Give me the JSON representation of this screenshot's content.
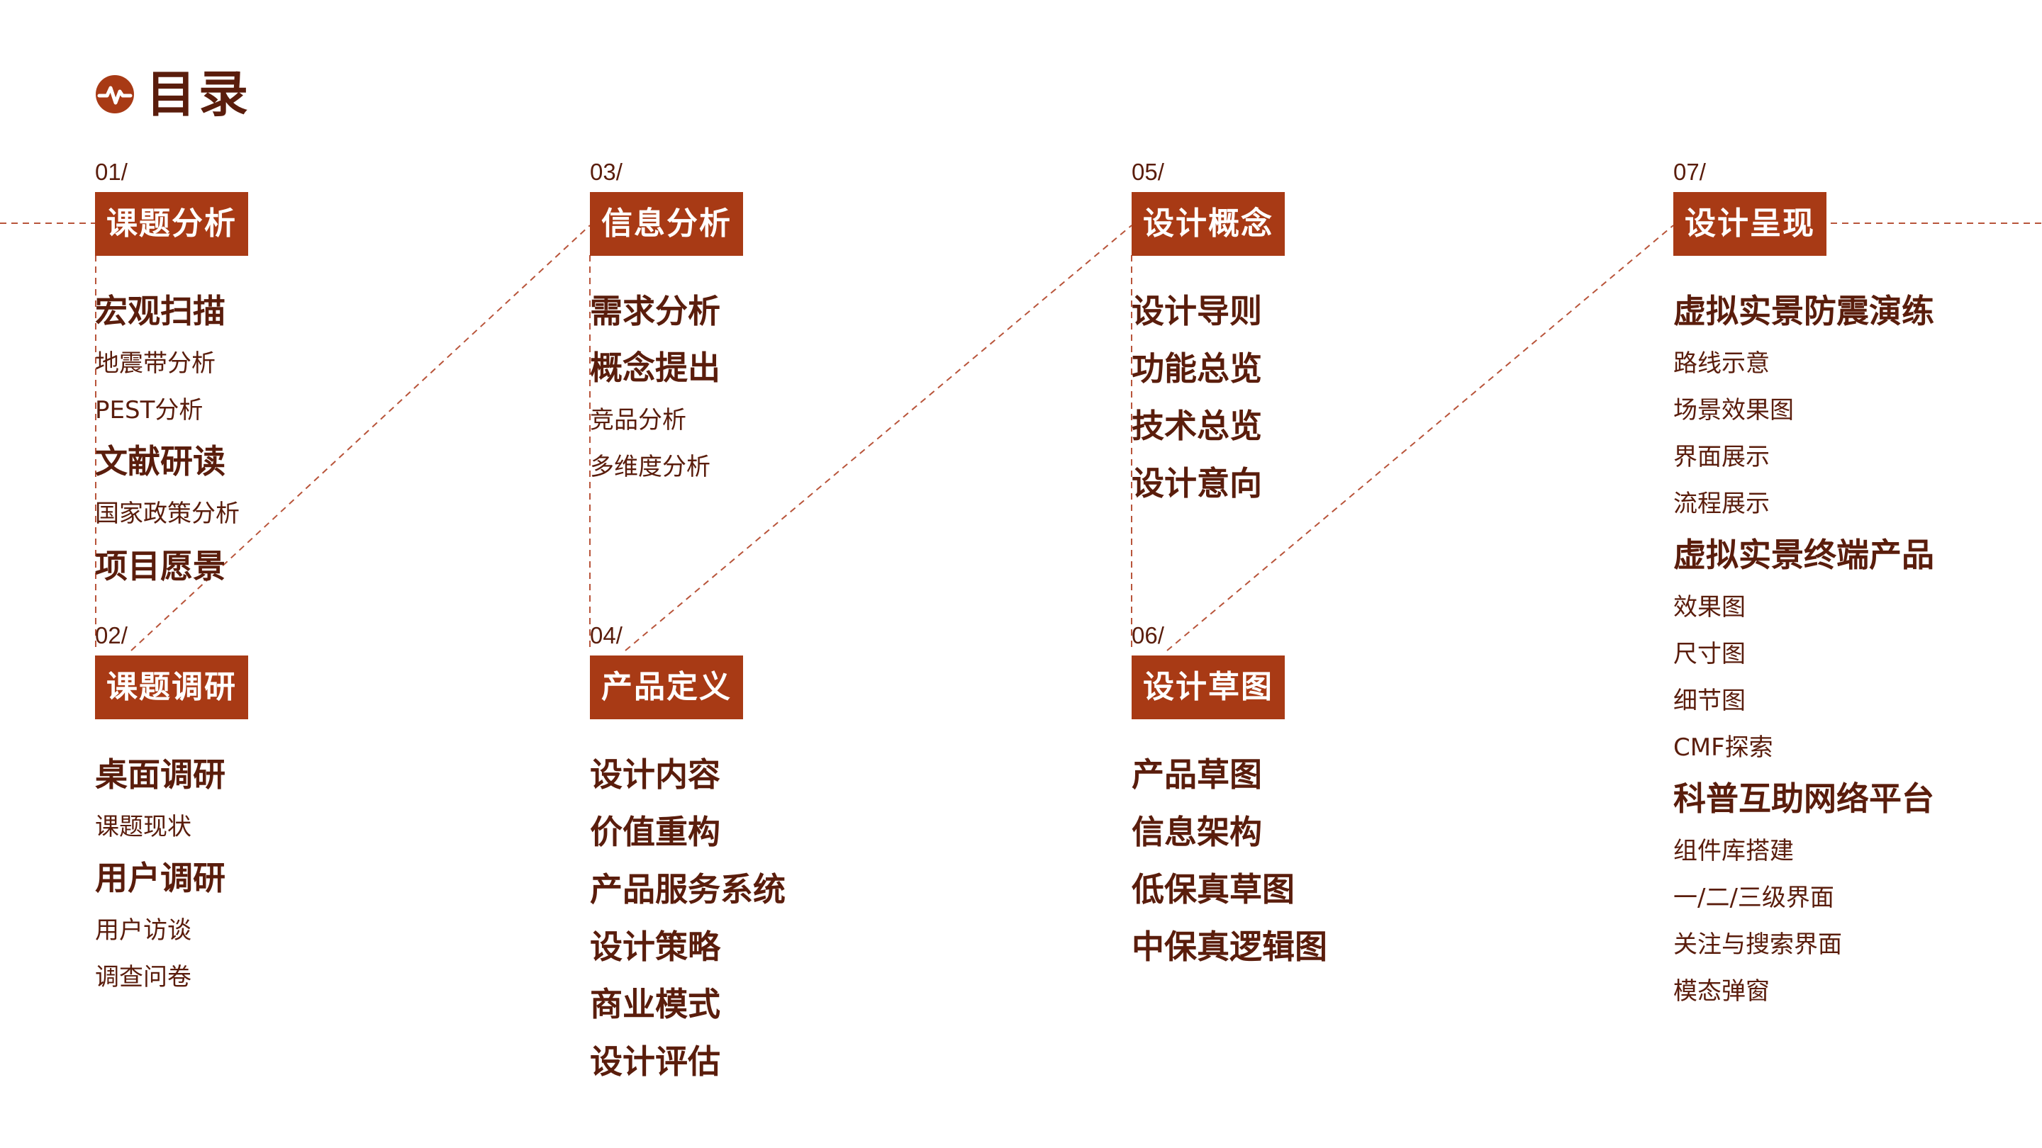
{
  "page_title": "目录",
  "accent_color": "#a83a15",
  "text_color": "#5a1d0c",
  "logo_icon": "heartbeat-icon",
  "sections": [
    {
      "num": "01/",
      "title": "课题分析"
    },
    {
      "num": "02/",
      "title": "课题调研"
    },
    {
      "num": "03/",
      "title": "信息分析"
    },
    {
      "num": "04/",
      "title": "产品定义"
    },
    {
      "num": "05/",
      "title": "设计概念"
    },
    {
      "num": "06/",
      "title": "设计草图"
    },
    {
      "num": "07/",
      "title": "设计呈现"
    }
  ],
  "items": {
    "s01": [
      "宏观扫描",
      "地震带分析",
      "PEST分析",
      "文献研读",
      "国家政策分析",
      "项目愿景"
    ],
    "s02": [
      "桌面调研",
      "课题现状",
      "用户调研",
      "用户访谈",
      "调查问卷"
    ],
    "s03": [
      "需求分析",
      "概念提出",
      "竞品分析",
      "多维度分析"
    ],
    "s04": [
      "设计内容",
      "价值重构",
      "产品服务系统",
      "设计策略",
      "商业模式",
      "设计评估"
    ],
    "s05": [
      "设计导则",
      "功能总览",
      "技术总览",
      "设计意向"
    ],
    "s06": [
      "产品草图",
      "信息架构",
      "低保真草图",
      "中保真逻辑图"
    ],
    "s07": [
      "虚拟实景防震演练",
      "路线示意",
      "场景效果图",
      "界面展示",
      "流程展示",
      "虚拟实景终端产品",
      "效果图",
      "尺寸图",
      "细节图",
      "CMF探索",
      "科普互助网络平台",
      "组件库搭建",
      "一/二/三级界面",
      "关注与搜索界面",
      "模态弹窗"
    ]
  }
}
